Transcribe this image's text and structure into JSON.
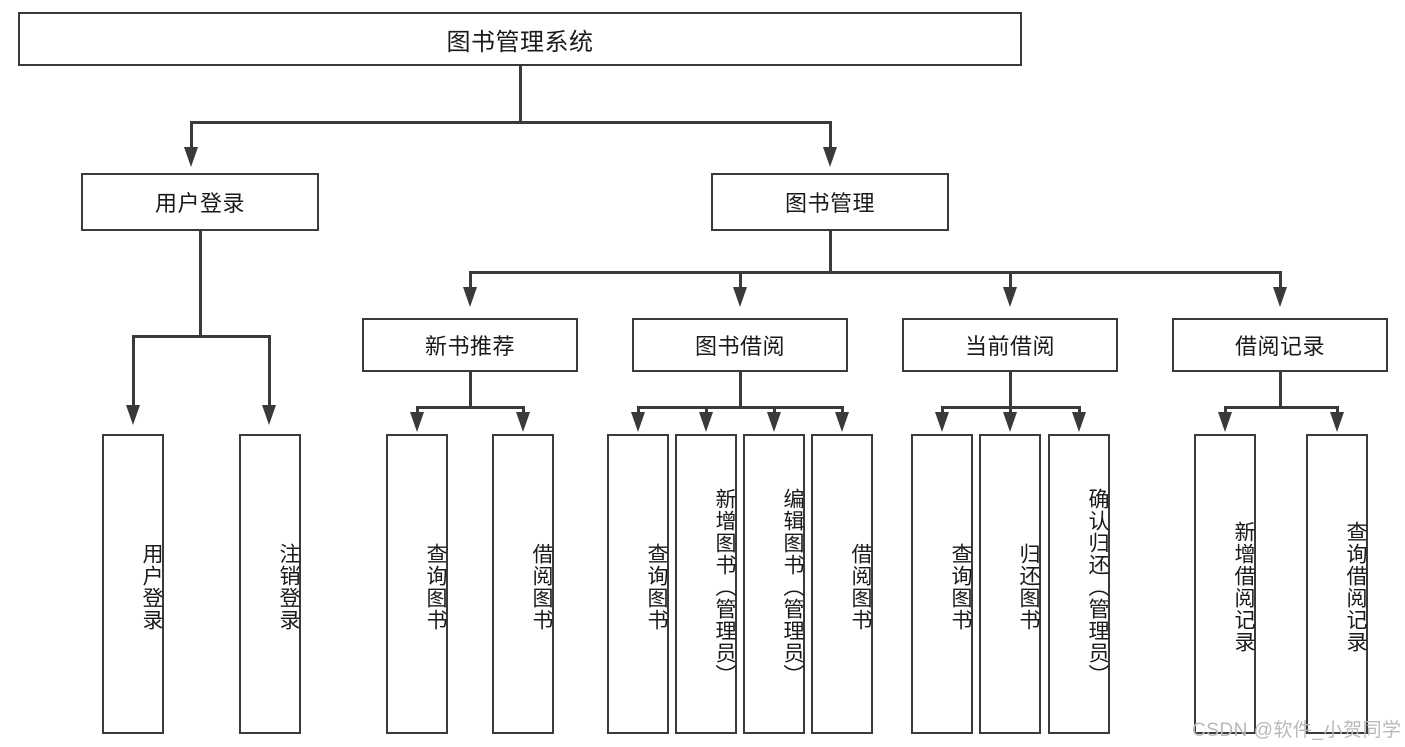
{
  "diagram": {
    "type": "tree-hierarchy",
    "title": "图书管理系统",
    "root": {
      "label": "图书管理系统"
    },
    "level2": [
      {
        "label": "用户登录"
      },
      {
        "label": "图书管理"
      }
    ],
    "level3": [
      {
        "label": "新书推荐"
      },
      {
        "label": "图书借阅"
      },
      {
        "label": "当前借阅"
      },
      {
        "label": "借阅记录"
      }
    ],
    "leaves": {
      "user_login": [
        {
          "label": "用户登录"
        },
        {
          "label": "注销登录"
        }
      ],
      "new_book_recommend": [
        {
          "label": "查询图书"
        },
        {
          "label": "借阅图书"
        }
      ],
      "book_borrow": [
        {
          "label": "查询图书"
        },
        {
          "label": "新增图书（管理员）"
        },
        {
          "label": "编辑图书（管理员）"
        },
        {
          "label": "借阅图书"
        }
      ],
      "current_borrow": [
        {
          "label": "查询图书"
        },
        {
          "label": "归还图书"
        },
        {
          "label": "确认归还（管理员）"
        }
      ],
      "borrow_record": [
        {
          "label": "新增借阅记录"
        },
        {
          "label": "查询借阅记录"
        }
      ]
    }
  },
  "watermark": {
    "text": "CSDN @软件_小贺同学"
  },
  "colors": {
    "line": "#3a3a3a",
    "box_fill": "#ffffff",
    "text": "#1a1a1a",
    "watermark": "#b9b9b9"
  }
}
